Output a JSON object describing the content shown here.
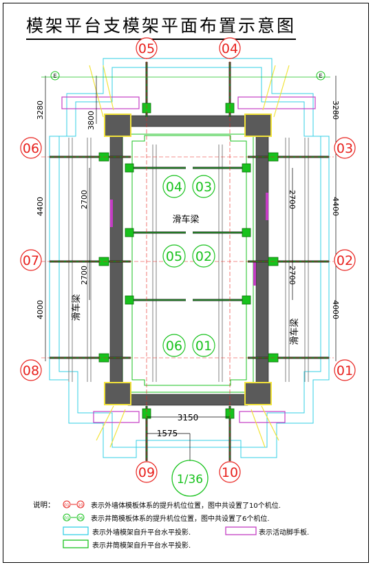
{
  "title": "模架平台支模架平面布置示意图",
  "positions": {
    "left": [
      "06",
      "07",
      "08"
    ],
    "right": [
      "03",
      "02",
      "01"
    ],
    "top": [
      "05",
      "04"
    ],
    "bottom": [
      "09",
      "10"
    ]
  },
  "shaft_labels": [
    "04",
    "03",
    "05",
    "02",
    "06",
    "01"
  ],
  "beam_labels": {
    "center": "滑车梁",
    "left": "滑车梁",
    "right": "滑车梁"
  },
  "dimensions": {
    "left_outer": [
      "3280",
      "4400",
      "4000"
    ],
    "left_inner": [
      "3800",
      "2700",
      "2700"
    ],
    "right_outer": [
      "3280",
      "4400",
      "4000"
    ],
    "right_inner": [
      "2700",
      "2700"
    ],
    "bottom_width": "3150",
    "bottom_half": "1575"
  },
  "axis_marks": [
    "E",
    "E"
  ],
  "scale": "1/36",
  "legend": {
    "heading": "说明：",
    "row1_range": [
      "01",
      "10"
    ],
    "row1_text": "表示外墙体模板体系的提升机位位置，图中共设置了10个机位.",
    "row2_range": [
      "01",
      "06"
    ],
    "row2_text": "表示井筒模板体系的提升机位位置，图中共设置了6个机位.",
    "row3_text": "表示外墙模架自升平台水平投影.",
    "row3b_text": "表示活动脚手板.",
    "row4_text": "表示井筒模架自升平台水平投影."
  },
  "colors": {
    "red": "#e8201c",
    "green": "#17c21c",
    "cyan": "#32cfe6",
    "magenta": "#c43cc4",
    "yellow": "#f2e33a",
    "grey": "#5a5a5a",
    "blue": "#2438d8"
  }
}
